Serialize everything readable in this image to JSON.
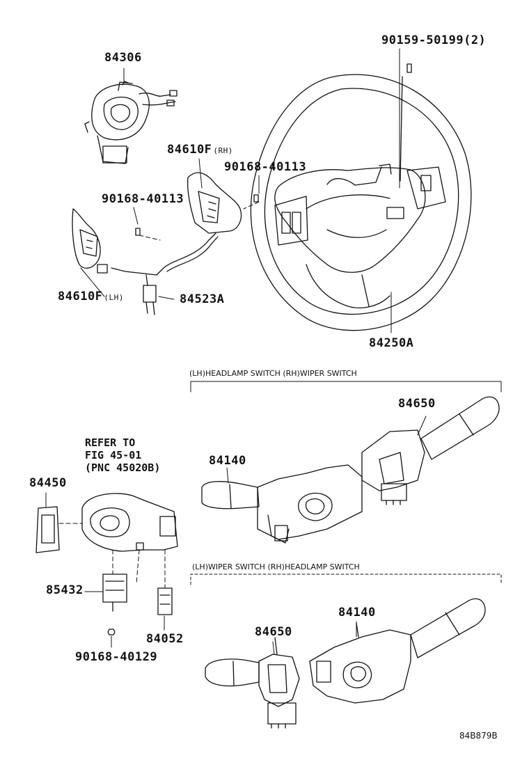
{
  "labels": {
    "p84306": "84306",
    "p90159": "90159-50199(2)",
    "p84610f_rh": "84610F",
    "p84610f_rh_suffix": "(RH)",
    "p90168_40113_a": "90168-40113",
    "p90168_40113_b": "90168-40113",
    "p84610f_lh": "84610F",
    "p84610f_lh_suffix": "(LH)",
    "p84523a": "84523A",
    "p84250a": "84250A",
    "p84650_top": "84650",
    "p84140_top": "84140",
    "p84450": "84450",
    "p85432": "85432",
    "p84052": "84052",
    "p90168_40129": "90168-40129",
    "p84140_bottom": "84140",
    "p84650_bottom": "84650"
  },
  "sections": {
    "top_switch": "(LH)HEADLAMP SWITCH (RH)WIPER SWITCH",
    "bottom_switch": "(LH)WIPER SWITCH (RH)HEADLAMP SWITCH"
  },
  "refer_note": {
    "line1": "REFER TO",
    "line2": "FIG 45-01",
    "line3": "(PNC 45020B)"
  },
  "diagram_code": "84B879B"
}
